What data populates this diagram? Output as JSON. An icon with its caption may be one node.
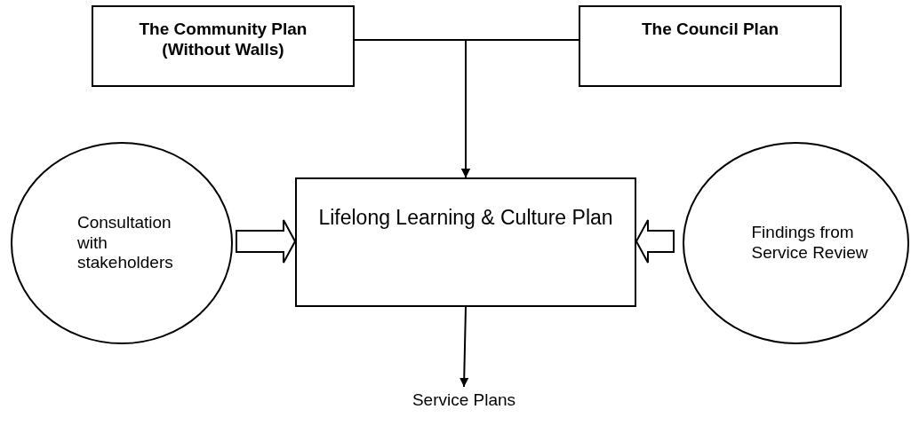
{
  "diagram": {
    "nodes": [
      {
        "text": [
          "The Community Plan (Without Walls)"
        ]
      },
      {
        "text": [
          "The Council Plan"
        ]
      },
      {
        "text": [
          "Consultation with stakeholders"
        ]
      },
      {
        "text": [
          "Lifelong Learning & Culture Plan"
        ]
      },
      {
        "text": [
          "Findings from Service Review"
        ]
      },
      {
        "text": [
          "Service Plans"
        ]
      }
    ],
    "edges": [
      {
        "from": 0,
        "to": 3,
        "arrow": "to"
      },
      {
        "from": 1,
        "to": 3,
        "arrow": "to"
      },
      {
        "from": 2,
        "to": 3,
        "arrow": "to",
        "style": "thick"
      },
      {
        "from": 4,
        "to": 3,
        "arrow": "to",
        "style": "thick"
      },
      {
        "from": 3,
        "to": 5,
        "arrow": "to"
      }
    ]
  }
}
